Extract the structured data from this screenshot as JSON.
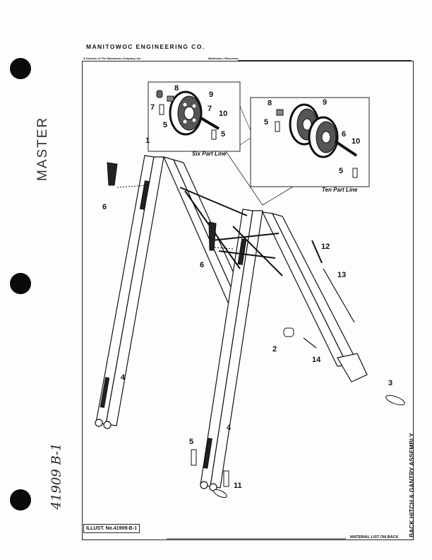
{
  "stamps": {
    "master": "MASTER",
    "handnote": "41909 B-1"
  },
  "header": {
    "company": "MANITOWOC ENGINEERING CO.",
    "division": "A Division of The Manitowoc Company, Inc.",
    "location": "Manitowoc, Wisconsin"
  },
  "title": "BACK HITCH & GANTRY ASSEMBLY",
  "illustration_no": "ILLUST. No.41909-B-1",
  "material_note": "MATERIAL LIST ON BACK",
  "insets": {
    "six_part": "Six Part Line",
    "ten_part": "Ten Part Line"
  },
  "callouts": [
    "1",
    "2",
    "3",
    "4",
    "4",
    "5",
    "5",
    "5",
    "5",
    "5",
    "6",
    "6",
    "7",
    "7",
    "8",
    "8",
    "9",
    "9",
    "10",
    "10",
    "11",
    "12",
    "13",
    "14"
  ]
}
